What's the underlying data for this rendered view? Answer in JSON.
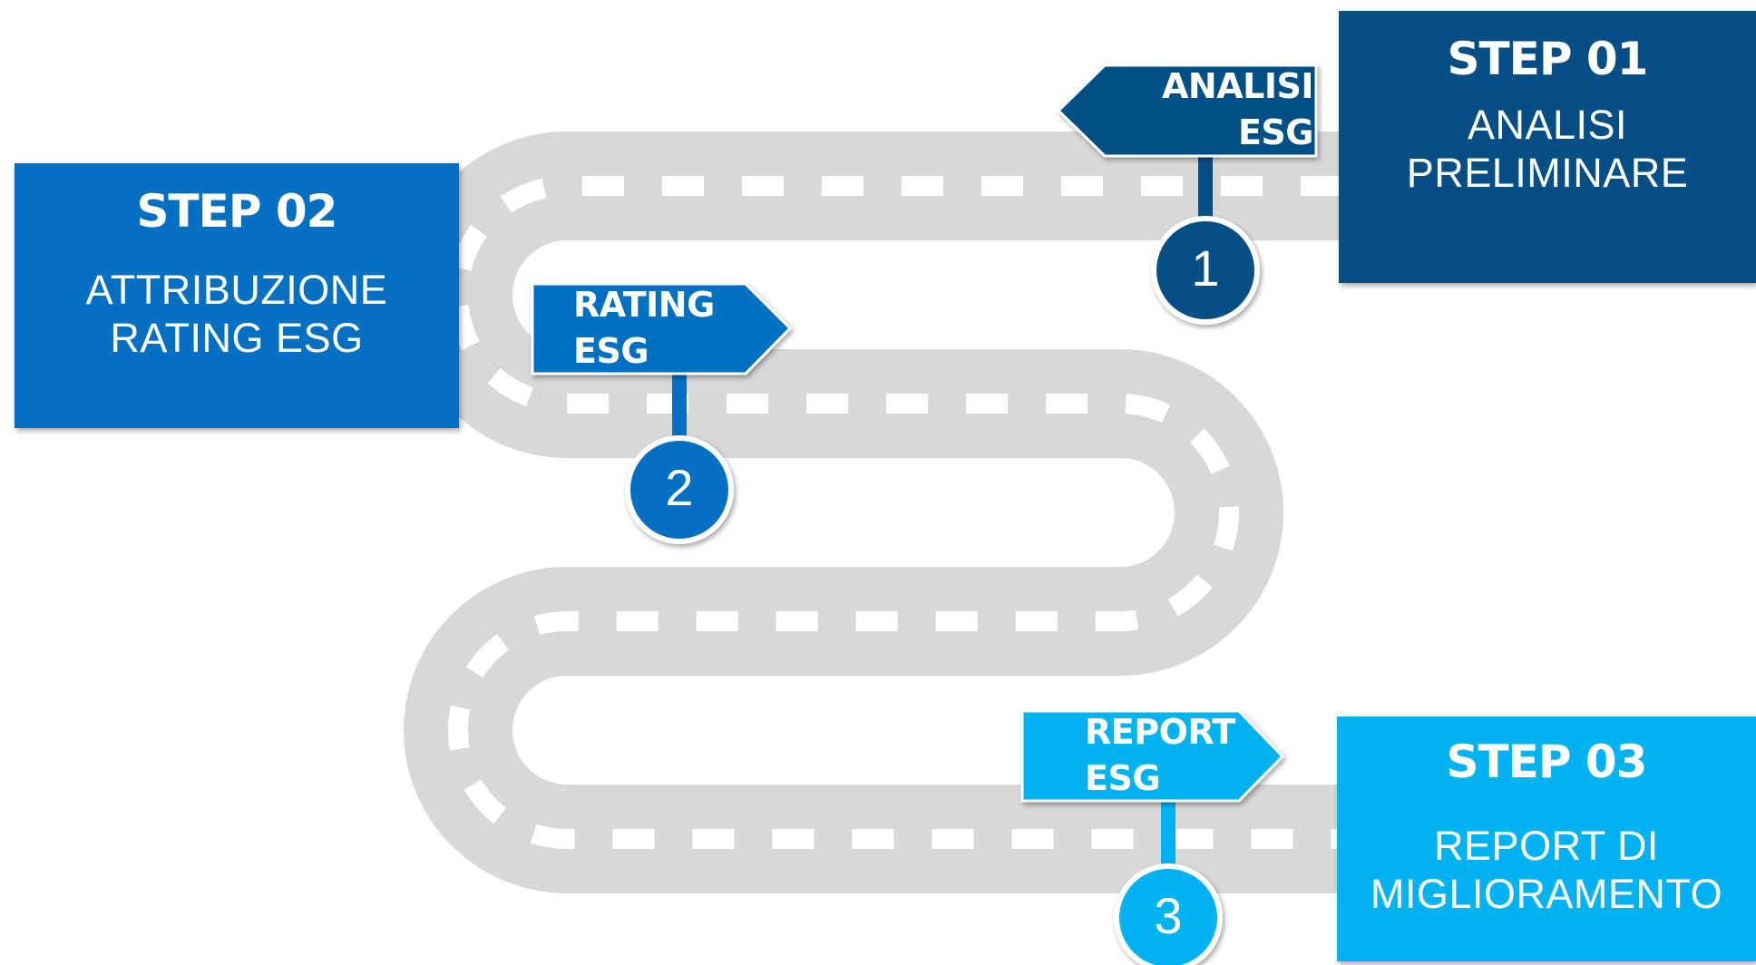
{
  "colors": {
    "road": "#d8d8d8",
    "step1": "#064f86",
    "step2": "#0570c2",
    "step3": "#00b3f0"
  },
  "steps": [
    {
      "title": "STEP 01",
      "desc": "ANALISI\nPRELIMINARE",
      "sign": "ANALISI\nESG",
      "number": "1"
    },
    {
      "title": "STEP 02",
      "desc": "ATTRIBUZIONE\nRATING ESG",
      "sign": "RATING\nESG",
      "number": "2"
    },
    {
      "title": "STEP 03",
      "desc": "REPORT DI\nMIGLIORAMENTO",
      "sign": "REPORT\nESG",
      "number": "3"
    }
  ]
}
